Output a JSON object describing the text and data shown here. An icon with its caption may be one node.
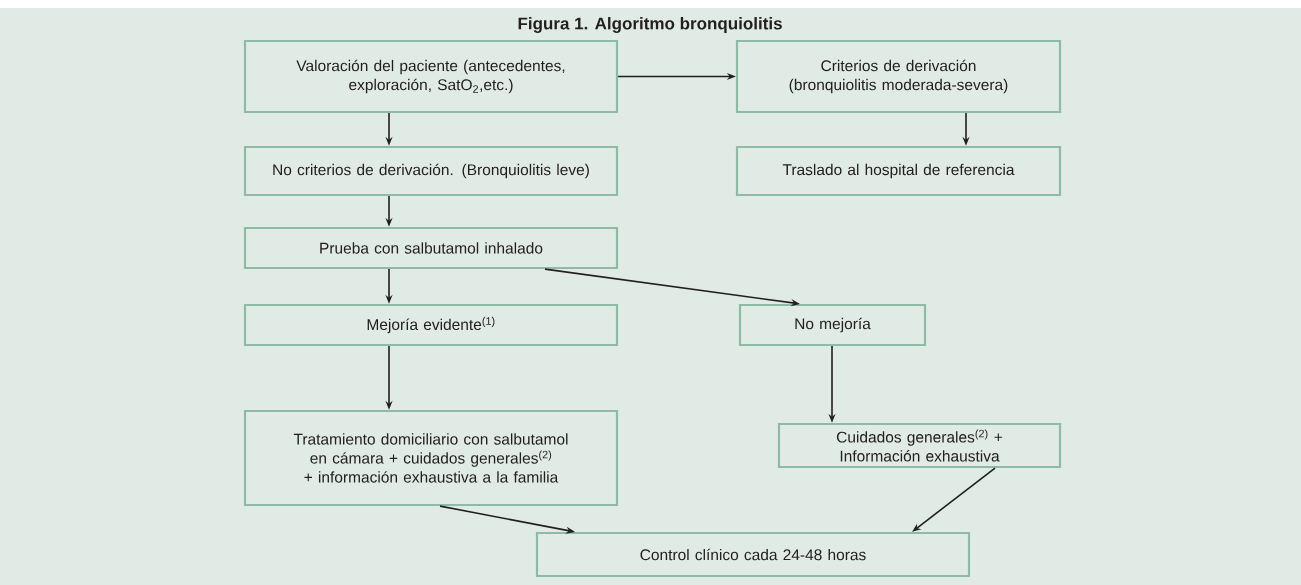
{
  "diagram": {
    "title": "Figura 1. Algoritmo bronquiolitis",
    "nodes": [
      {
        "text": [
          "Valoración del paciente (antecedentes, exploración, SatO$_{2}$,etc.)"
        ]
      },
      {
        "text": [
          "Criterios de derivación (bronquiolitis moderada-severa)"
        ]
      },
      {
        "text": [
          "No criterios de derivación. (Bronquiolitis leve)"
        ]
      },
      {
        "text": [
          "Traslado al hospital de referencia"
        ]
      },
      {
        "text": [
          "Prueba con salbutamol inhalado"
        ]
      },
      {
        "text": [
          "Mejoría evidente$^{(1)}$"
        ]
      },
      {
        "text": [
          "No mejoría"
        ]
      },
      {
        "text": [
          "Tratamiento domiciliario con salbutamol en cámara + cuidados generales$^{(2)}$ + información exhaustiva a la familia"
        ]
      },
      {
        "text": [
          "Cuidados generales$^{(2)}$ + Información exhaustiva"
        ]
      },
      {
        "text": [
          "Control clínico cada 24-48 horas"
        ]
      }
    ],
    "edges": [
      {
        "from": 0,
        "to": 1,
        "arrow": "to"
      },
      {
        "from": 0,
        "to": 2,
        "arrow": "to"
      },
      {
        "from": 1,
        "to": 3,
        "arrow": "to"
      },
      {
        "from": 2,
        "to": 4,
        "arrow": "to"
      },
      {
        "from": 4,
        "to": 5,
        "arrow": "to"
      },
      {
        "from": 4,
        "to": 6,
        "arrow": "to"
      },
      {
        "from": 5,
        "to": 7,
        "arrow": "to"
      },
      {
        "from": 6,
        "to": 8,
        "arrow": "to"
      },
      {
        "from": 7,
        "to": 9,
        "arrow": "to"
      },
      {
        "from": 8,
        "to": 9,
        "arrow": "to"
      }
    ]
  }
}
